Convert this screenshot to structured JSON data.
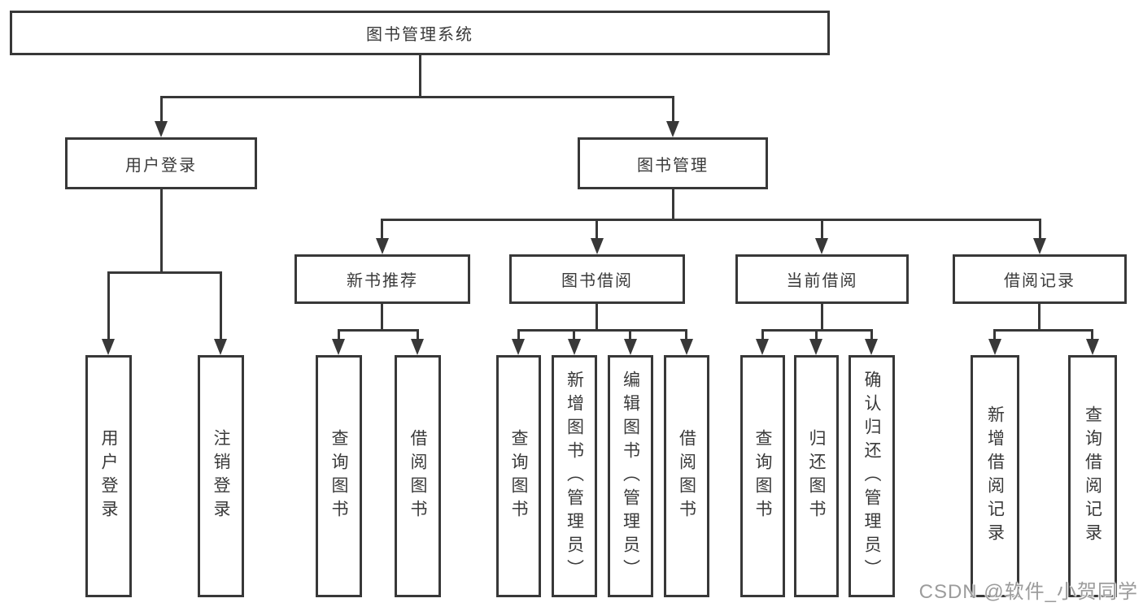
{
  "diagram": {
    "title": "图书管理系统",
    "level2": {
      "user_login": "用户登录",
      "book_mgmt": "图书管理"
    },
    "level3": {
      "new_books": "新书推荐",
      "book_borrow": "图书借阅",
      "current_borrow": "当前借阅",
      "borrow_records": "借阅记录"
    },
    "level4": {
      "user_login": "用户登录",
      "logout": "注销登录",
      "nb_query_books": "查询图书",
      "nb_borrow_books": "借阅图书",
      "bb_query_books": "查询图书",
      "bb_add_books_admin": "新增图书（管理员）",
      "bb_edit_books_admin": "编辑图书（管理员）",
      "bb_borrow_books": "借阅图书",
      "cb_query_books": "查询图书",
      "cb_return_books": "归还图书",
      "cb_confirm_return_admin": "确认归还（管理员）",
      "br_add_record": "新增借阅记录",
      "br_query_record": "查询借阅记录"
    },
    "watermark": "CSDN @软件_小贺同学",
    "colors": {
      "line": "#383838",
      "text": "#3a3a3a",
      "watermark": "#9c9c9c"
    }
  }
}
